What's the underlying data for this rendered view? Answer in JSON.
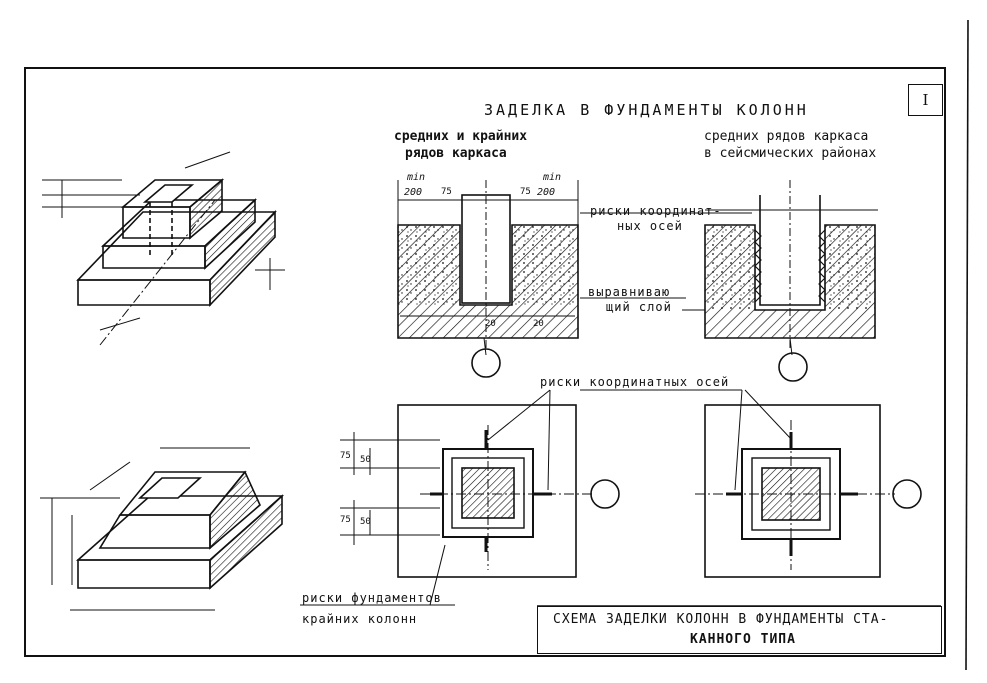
{
  "sheet": {
    "number": "I"
  },
  "drawing": {
    "title": "ЗАДЕЛКА   В   ФУНДАМЕНТЫ   КОЛОНН",
    "col_left_title": [
      "средних и крайних",
      "рядов каркаса"
    ],
    "col_right_title": [
      "средних рядов каркаса",
      "в сейсмических районах"
    ],
    "dimensions": {
      "min_left": "min",
      "min_right": "min",
      "d200_left": "200",
      "d200_right": "200",
      "d75_left": "75",
      "d75_right": "75",
      "d20_a": "20",
      "d20_b": "20",
      "d75_c": "75",
      "d50_c": "50",
      "d75_d": "75",
      "d50_d": "50"
    },
    "labels": {
      "coord_marks": [
        "риски координат-",
        "ных осей"
      ],
      "leveling_layer": [
        "выравниваю",
        "щий слой"
      ],
      "coord_axes_marks": "риски координатных осей",
      "foundation_marks": [
        "риски фундаментов",
        "крайних колонн"
      ]
    }
  },
  "title_block": {
    "text": [
      "СХЕМА ЗАДЕЛКИ КОЛОНН В ФУНДАМЕНТЫ СТА-",
      "КАННОГО ТИПА"
    ]
  },
  "colors": {
    "ink": "#111111",
    "paper": "#ffffff"
  }
}
